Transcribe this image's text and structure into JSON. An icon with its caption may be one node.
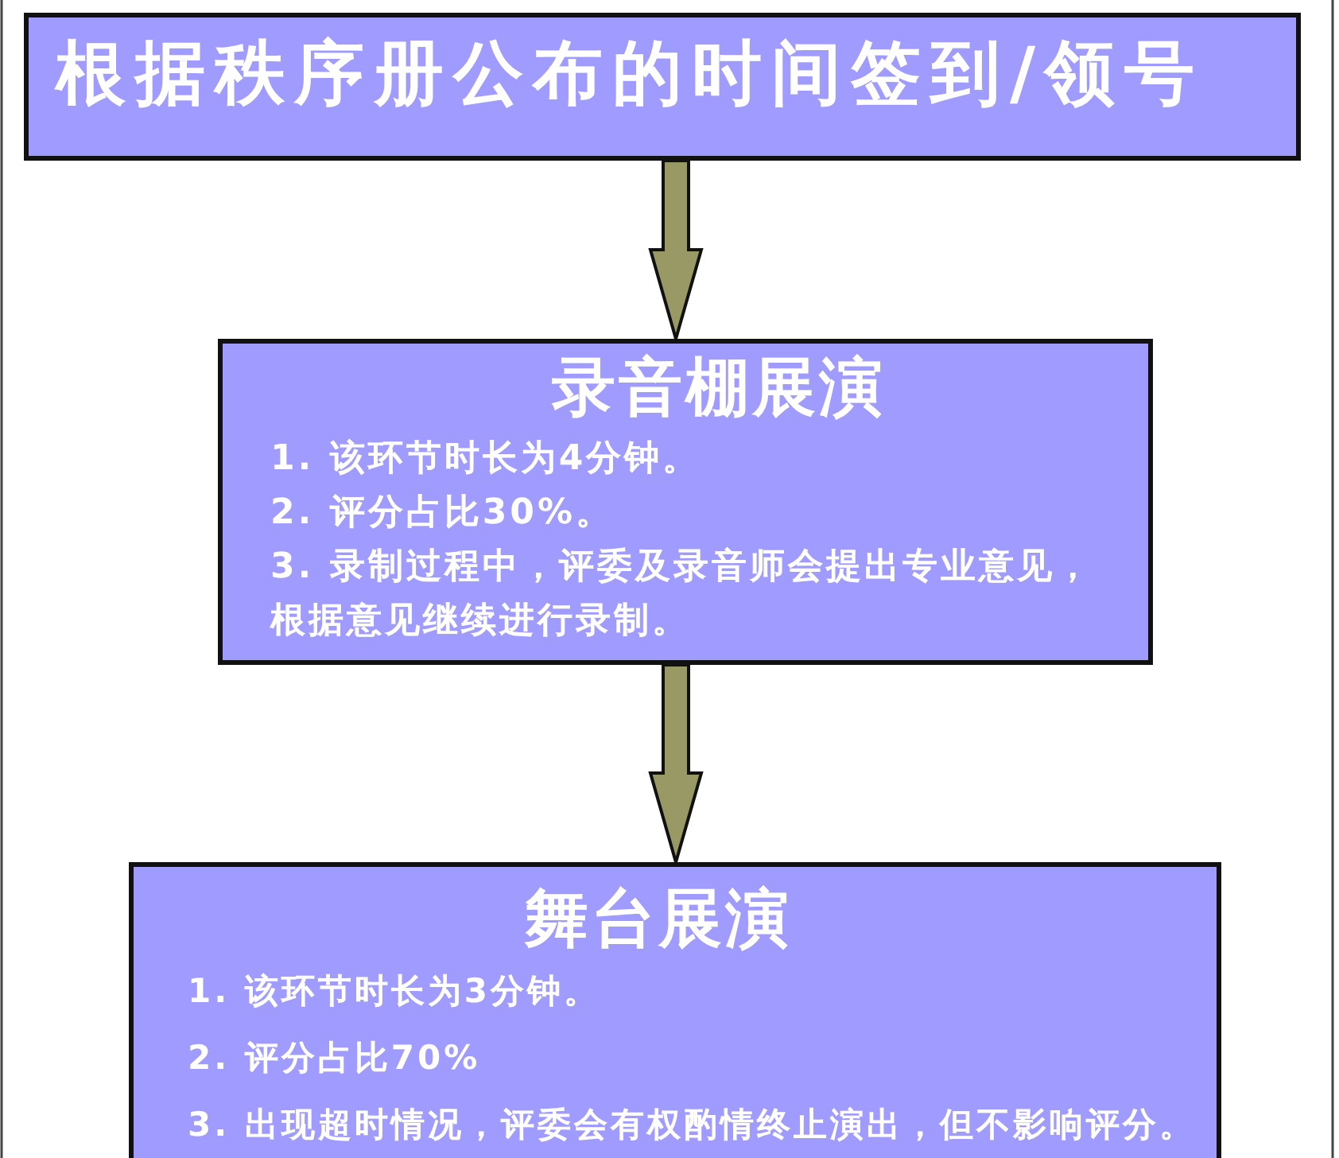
{
  "diagram": {
    "nodes": [
      {
        "text": [
          "根据秩序册公布的时间签到/领号"
        ]
      },
      {
        "text": [
          "录音棚展演",
          "1. 该环节时长为4分钟。",
          "2. 评分占比30%。",
          "3. 录制过程中，评委及录音师会提出专业意见，根据意见继续进行录制。"
        ]
      },
      {
        "text": [
          "舞台展演",
          "1. 该环节时长为3分钟。",
          "2. 评分占比70%",
          "3. 出现超时情况，评委会有权酌情终止演出，但不影响评分。"
        ]
      }
    ],
    "edges": [
      {
        "from": 0,
        "to": 1,
        "arrow": "to"
      },
      {
        "from": 1,
        "to": 2,
        "arrow": "to"
      }
    ]
  }
}
